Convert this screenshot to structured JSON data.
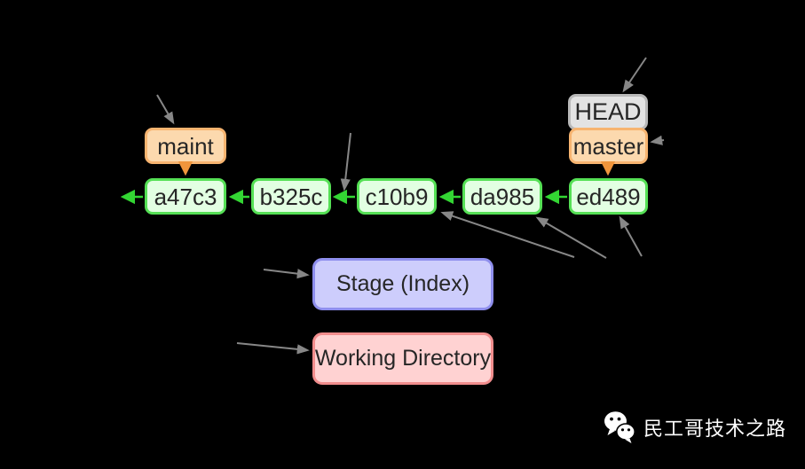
{
  "diagram": {
    "type": "git-commit-graph",
    "background_color": "#000000",
    "refs": {
      "maint": "maint",
      "head": "HEAD",
      "master": "master"
    },
    "commits": [
      "a47c3",
      "b325c",
      "c10b9",
      "da985",
      "ed489"
    ],
    "commit_chain_direction": "each commit points left to its parent",
    "ref_attachments": {
      "maint": "a47c3",
      "master": "ed489",
      "head": "master"
    },
    "areas": {
      "stage": "Stage (Index)",
      "working": "Working Directory"
    },
    "colors": {
      "commit_border": "#55e055",
      "commit_fill": "#e2ffe2",
      "ref_border": "#f7b470",
      "ref_fill": "#fcd9ae",
      "head_border": "#b9b9b9",
      "head_fill": "#e3e3e3",
      "stage_border": "#8f8fed",
      "stage_fill": "#cdcdfc",
      "working_border": "#f18d8d",
      "working_fill": "#ffd2d2",
      "arrow_green": "#33d633",
      "arrow_orange": "#f0953c",
      "arrow_gray": "#878787",
      "node_text": "#262626",
      "watermark_text": "#ffffff"
    }
  },
  "watermark": {
    "icon": "wechat-icon",
    "text": "民工哥技术之路"
  }
}
